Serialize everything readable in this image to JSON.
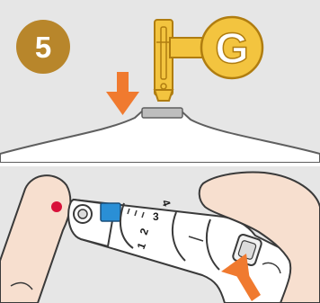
{
  "step": {
    "number": "5",
    "badge_color": "#b8862b"
  },
  "colors": {
    "panel_bg": "#e6e6e6",
    "key_fill": "#f3c43f",
    "key_stroke": "#b07d10",
    "arrow": "#f07a2f",
    "skin": "#f7dfcf",
    "blood": "#d8123a",
    "lancet_cap": "#2a8fd6"
  },
  "key": {
    "letter": "G"
  },
  "device": {
    "dial_numbers": [
      "1",
      "2",
      "3",
      "4"
    ]
  },
  "icons": [
    "step-badge-icon",
    "key-icon",
    "down-arrow-icon",
    "up-arrow-icon",
    "finger-icon",
    "lancing-device-icon",
    "blood-drop-icon"
  ]
}
